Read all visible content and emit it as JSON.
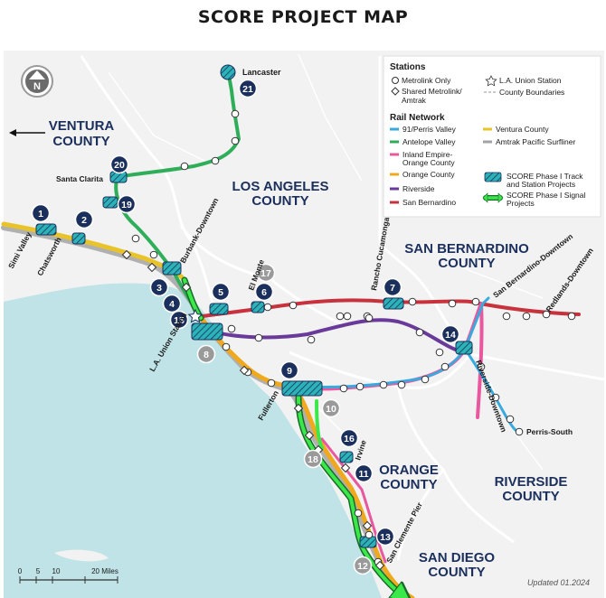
{
  "title": "SCORE PROJECT MAP",
  "compass": "N",
  "updated": "Updated 01.2024",
  "counties": {
    "ventura": [
      "VENTURA",
      "COUNTY"
    ],
    "los_angeles": [
      "LOS ANGELES",
      "COUNTY"
    ],
    "san_bernardino": [
      "SAN BERNARDINO",
      "COUNTY"
    ],
    "orange": [
      "ORANGE",
      "COUNTY"
    ],
    "riverside": [
      "RIVERSIDE",
      "COUNTY"
    ],
    "san_diego": [
      "SAN DIEGO",
      "COUNTY"
    ]
  },
  "places": {
    "lancaster": "Lancaster",
    "santa_clarita": "Santa Clarita",
    "simi_valley": "Simi Valley",
    "chatsworth": "Chatsworth",
    "burbank": "Burbank-Downtown",
    "el_monte": "El Monte",
    "la_union": "L.A. Union Station",
    "rancho": "Rancho Cucamonga",
    "sb_downtown": "San Bernardino-Downtown",
    "redlands": "Redlands-Downtown",
    "riverside_dt": "Riverside-Downtown",
    "perris": "Perris-South",
    "fullerton": "Fullerton",
    "irvine": "Irvine",
    "san_clemente": "San Clemente Pier"
  },
  "legend": {
    "stations_title": "Stations",
    "metrolink_only": "Metrolink Only",
    "shared": [
      "Shared Metrolink/",
      "Amtrak"
    ],
    "la_union": "L.A. Union Station",
    "county_boundaries": "County Boundaries",
    "rail_title": "Rail Network",
    "lines": [
      {
        "label": [
          "91/Perris Valley"
        ],
        "color": "#3aa9dd"
      },
      {
        "label": [
          "Antelope Valley"
        ],
        "color": "#2fae5a"
      },
      {
        "label": [
          "Inland Empire-",
          "Orange County"
        ],
        "color": "#e9579e"
      },
      {
        "label": [
          "Orange County"
        ],
        "color": "#f0a81c"
      },
      {
        "label": [
          "Riverside"
        ],
        "color": "#6a3a9a"
      },
      {
        "label": [
          "San Bernardino"
        ],
        "color": "#c8323c"
      },
      {
        "label": [
          "Ventura County"
        ],
        "color": "#e8c42a"
      },
      {
        "label": [
          "Amtrak Pacific Surfliner"
        ],
        "color": "#a3a3a3"
      }
    ],
    "track_projects": [
      "SCORE Phase I Track",
      "and Station Projects"
    ],
    "signal_projects": [
      "SCORE Phase I Signal",
      "Projects"
    ]
  },
  "scale": {
    "ticks": [
      "0",
      "5",
      "10",
      "20 Miles"
    ]
  },
  "markers": [
    {
      "num": "1",
      "status": "active"
    },
    {
      "num": "2",
      "status": "active"
    },
    {
      "num": "3",
      "status": "active"
    },
    {
      "num": "4",
      "status": "active"
    },
    {
      "num": "5",
      "status": "active"
    },
    {
      "num": "6",
      "status": "active"
    },
    {
      "num": "7",
      "status": "active"
    },
    {
      "num": "8",
      "status": "gray"
    },
    {
      "num": "9",
      "status": "active"
    },
    {
      "num": "10",
      "status": "gray"
    },
    {
      "num": "11",
      "status": "active"
    },
    {
      "num": "12",
      "status": "gray"
    },
    {
      "num": "13",
      "status": "active"
    },
    {
      "num": "14",
      "status": "active"
    },
    {
      "num": "15",
      "status": "active"
    },
    {
      "num": "16",
      "status": "active"
    },
    {
      "num": "17",
      "status": "gray"
    },
    {
      "num": "18",
      "status": "gray"
    },
    {
      "num": "19",
      "status": "active"
    },
    {
      "num": "20",
      "status": "active"
    },
    {
      "num": "21",
      "status": "active"
    }
  ],
  "colors": {
    "land": "#f2f2f2",
    "ocean": "#bfe3e6",
    "marker_active": "#1b2f5c",
    "marker_gray": "#9a9a9a",
    "hatch": "#2bb3b8"
  }
}
